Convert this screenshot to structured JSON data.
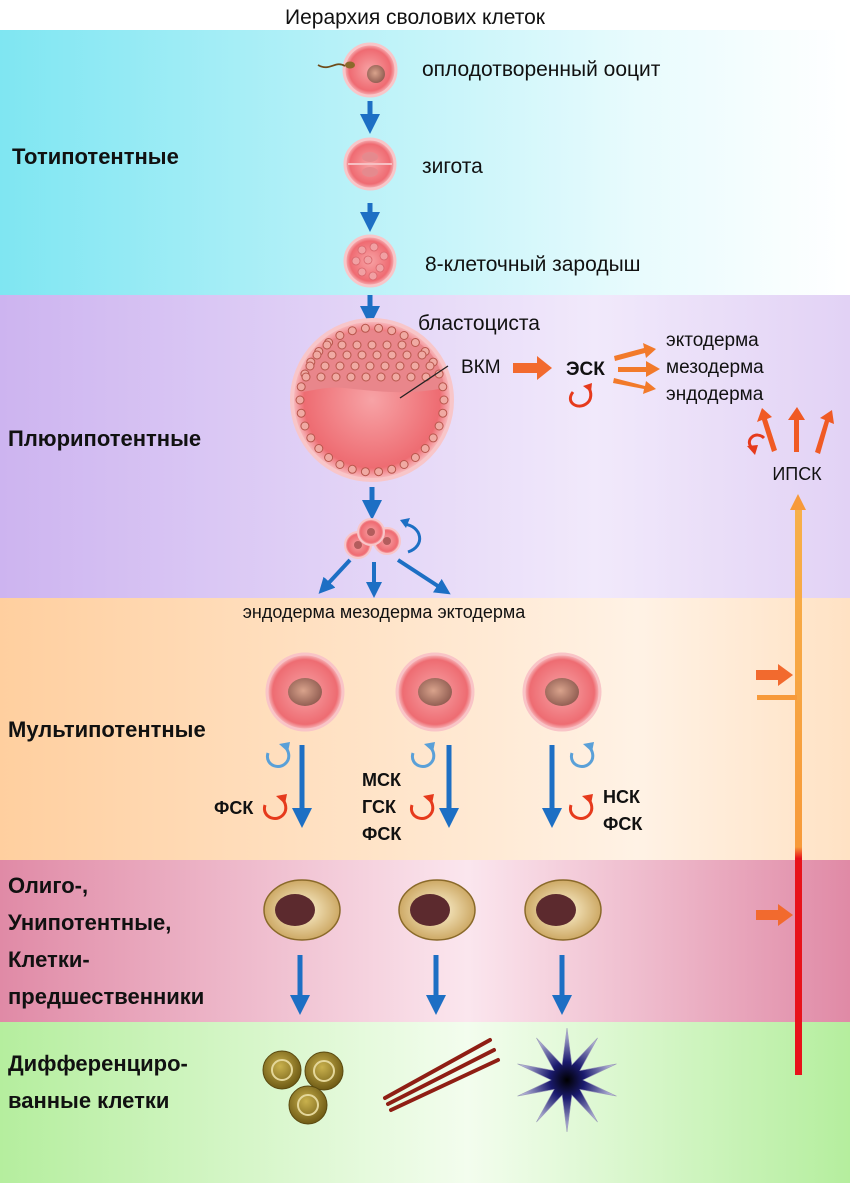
{
  "title": "Иерархия сволових клеток",
  "zones": {
    "totipotent": "Тотипотентные",
    "pluripotent": "Плюрипотентные",
    "multipotent": "Мультипотентные",
    "oligo_line1": "Олиго-,",
    "oligo_line2": "Унипотентные,",
    "oligo_line3": "Клетки-",
    "oligo_line4": "предшественники",
    "diff_line1": "Дифференциро-",
    "diff_line2": "ванные клетки"
  },
  "stages": {
    "oocyte": "оплодотворенный ооцит",
    "zygote": "зигота",
    "eight_cell": "8-клеточный зародыш",
    "blastocyst": "бластоциста",
    "icm": "ВКМ",
    "esc": "ЭСК",
    "ipsc": "ИПСК"
  },
  "germ_layers_right": [
    "эктодерма",
    "мезодерма",
    "эндодерма"
  ],
  "germ_layers_bottom": "эндодерма мезодерма эктодерма",
  "multipotent_labels": {
    "left": "ФСК",
    "middle_1": "МСК",
    "middle_2": "ГСК",
    "middle_3": "ФСК",
    "right_1": "НСК",
    "right_2": "ФСК"
  },
  "colors": {
    "totipotent_bg": "#7fe6f2",
    "pluripotent_bg": "#cdb4f0",
    "multipotent_bg": "#ffd1a6",
    "oligo_bg": "#e08aa6",
    "diff_bg": "#bdf0a6",
    "cell_fill": "#f06b73",
    "nucleus": "#6b3a3f",
    "ipsc_line_top": "#f79a3a",
    "ipsc_line_bottom": "#e8121b",
    "blue_arrow": "#1d6fc4"
  }
}
